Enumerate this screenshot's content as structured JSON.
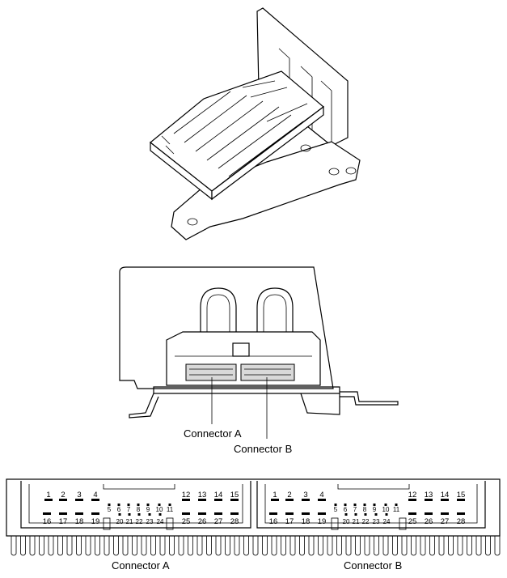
{
  "callouts": {
    "connector_a": "Connector A",
    "connector_b": "Connector B"
  },
  "captions": {
    "connector_a": "Connector A",
    "connector_b": "Connector B"
  },
  "pins": {
    "top_row": [
      "1",
      "2",
      "3",
      "4",
      "12",
      "13",
      "14",
      "15"
    ],
    "small_row1": [
      "5",
      "6",
      "7",
      "8",
      "9",
      "10",
      "11"
    ],
    "small_row2": [
      "20",
      "21",
      "22",
      "23",
      "24"
    ],
    "bottom_row_left": [
      "16",
      "17",
      "18",
      "19"
    ],
    "bottom_row_right": [
      "25",
      "26",
      "27",
      "28"
    ]
  }
}
